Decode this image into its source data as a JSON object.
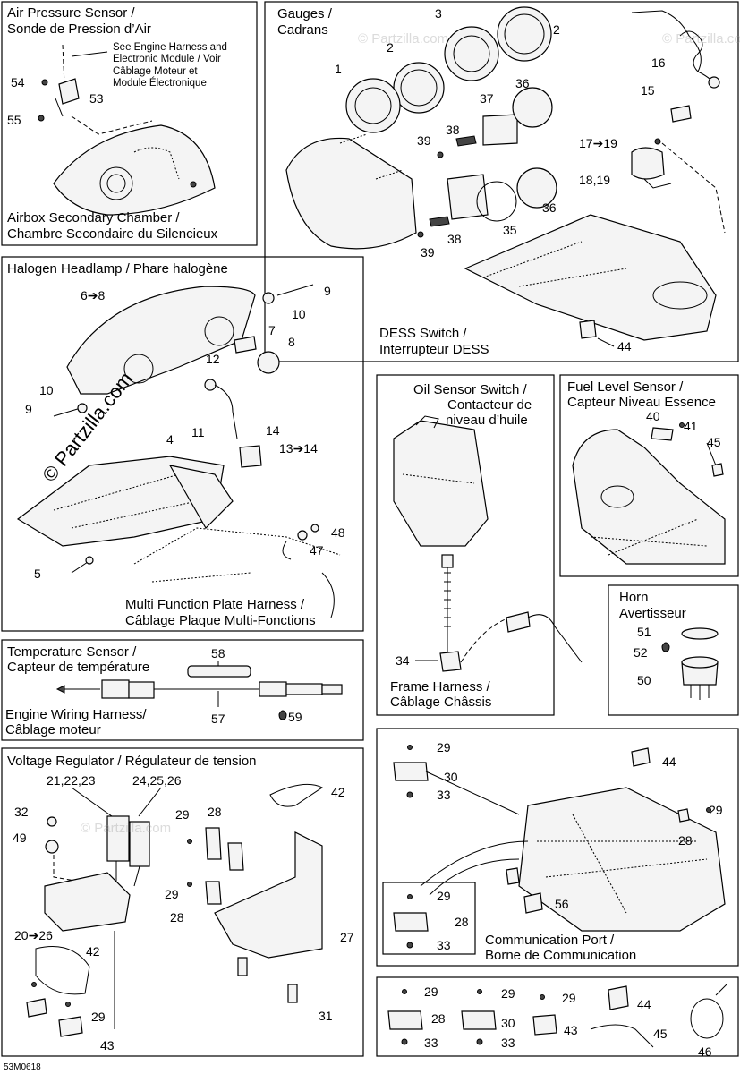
{
  "diagram_code": "53M0618",
  "watermark": "© Partzilla.com",
  "faint_watermark": "© Partzilla.com",
  "sections": {
    "air_pressure": {
      "title_1": "Air Pressure Sensor /",
      "title_2": "Sonde de Pression d’Air",
      "note_1": "See Engine Harness and",
      "note_2": "Electronic Module / Voir",
      "note_3": "Câblage Moteur et",
      "note_4": "Module Électronique",
      "caption_1": "Airbox Secondary Chamber /",
      "caption_2": "Chambre Secondaire du Silencieux",
      "labels": [
        "54",
        "53",
        "55"
      ]
    },
    "gauges": {
      "title_1": "Gauges /",
      "title_2": "Cadrans",
      "labels": [
        "3",
        "2",
        "2",
        "1",
        "37",
        "36",
        "38",
        "39",
        "36",
        "35",
        "38",
        "39",
        "16",
        "15",
        "17➔19",
        "18,19",
        "44"
      ],
      "dess_1": "DESS Switch /",
      "dess_2": "Interrupteur DESS"
    },
    "headlamp": {
      "title": "Halogen Headlamp / Phare halogène",
      "labels": [
        "6➔8",
        "9",
        "10",
        "7",
        "8",
        "12",
        "10",
        "9",
        "11",
        "14",
        "13➔14",
        "4",
        "48",
        "47",
        "5"
      ],
      "caption_1": "Multi Function Plate Harness /",
      "caption_2": "Câblage Plaque Multi-Fonctions"
    },
    "oil_sensor": {
      "title_1": "Oil Sensor Switch /",
      "title_2": "Contacteur de",
      "title_3": "niveau d’huile",
      "labels": [
        "34"
      ],
      "caption_1": "Frame Harness /",
      "caption_2": "Câblage Châssis"
    },
    "fuel_sensor": {
      "title_1": "Fuel Level Sensor /",
      "title_2": "Capteur Niveau Essence",
      "labels": [
        "40",
        "41",
        "45"
      ]
    },
    "horn": {
      "title_1": "Horn",
      "title_2": "Avertisseur",
      "labels": [
        "51",
        "52",
        "50"
      ]
    },
    "temperature": {
      "title_1": "Temperature Sensor /",
      "title_2": "Capteur de température",
      "labels": [
        "58",
        "57",
        "59"
      ],
      "caption_1": "Engine Wiring Harness/",
      "caption_2": "Câblage moteur"
    },
    "voltage": {
      "title": "Voltage Regulator / Régulateur de tension",
      "labels": [
        "21,22,23",
        "24,25,26",
        "42",
        "32",
        "29",
        "28",
        "49",
        "29",
        "28",
        "20➔26",
        "27",
        "42",
        "29",
        "31",
        "43"
      ]
    },
    "comm_port": {
      "labels_top": [
        "29",
        "30",
        "33",
        "44",
        "29",
        "28",
        "56"
      ],
      "labels_inset": [
        "29",
        "28",
        "33"
      ],
      "caption_1": "Communication Port /",
      "caption_2": "Borne de Communication"
    },
    "clips": {
      "labels": [
        "29",
        "28",
        "33",
        "29",
        "30",
        "33",
        "29",
        "43",
        "44",
        "45",
        "46"
      ]
    }
  }
}
